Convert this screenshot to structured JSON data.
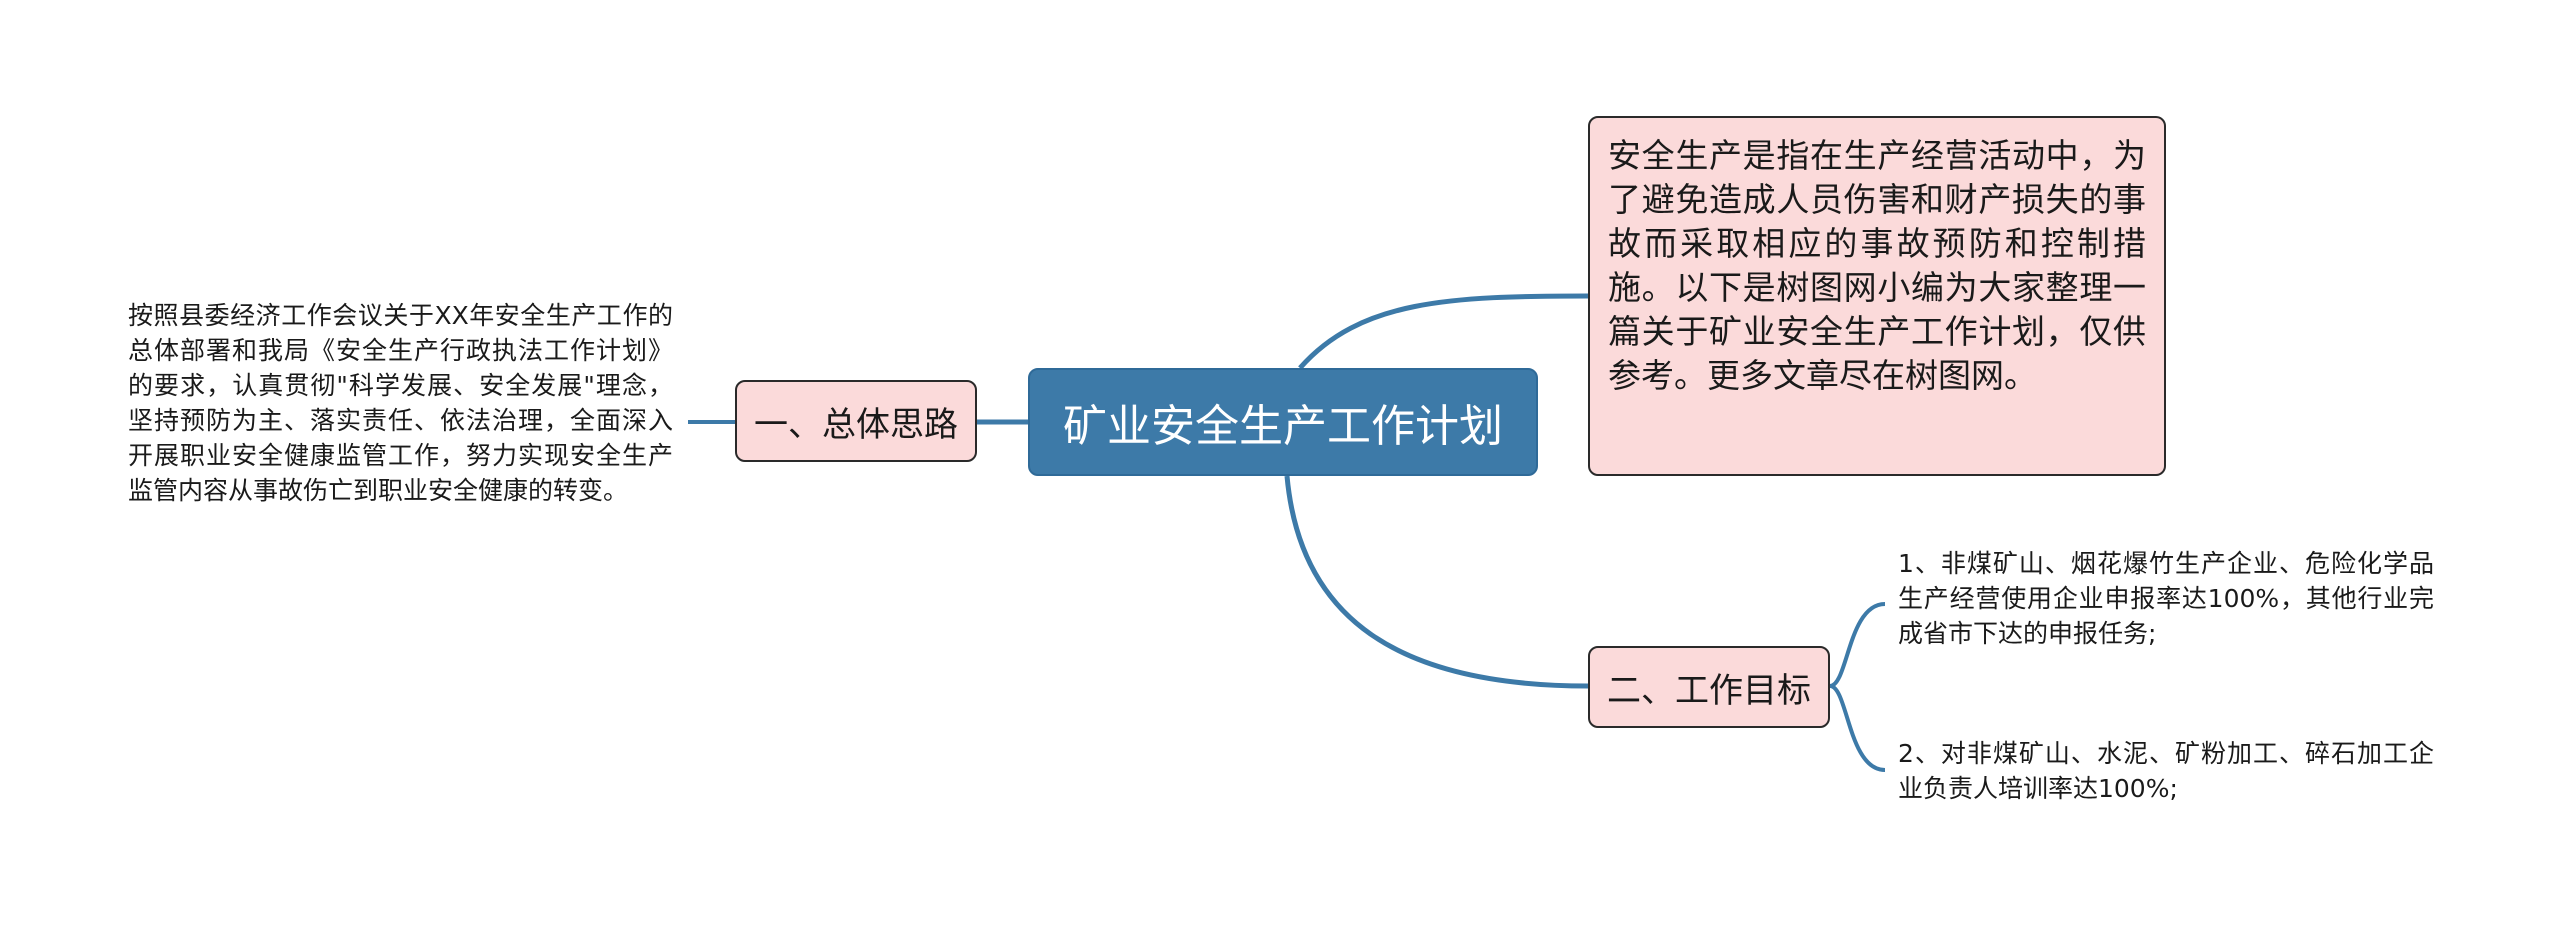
{
  "diagram": {
    "root": {
      "label": "矿业安全生产工作计划"
    },
    "description": "安全生产是指在生产经营活动中，为了避免造成人员伤害和财产损失的事故而采取相应的事故预防和控制措施。以下是树图网小编为大家整理一篇关于矿业安全生产工作计划，仅供参考。更多文章尽在树图网。",
    "branches": [
      {
        "label": "一、总体思路",
        "children": [
          "按照县委经济工作会议关于XX年安全生产工作的总体部署和我局《安全生产行政执法工作计划》的要求，认真贯彻\"科学发展、安全发展\"理念，坚持预防为主、落实责任、依法治理，全面深入开展职业安全健康监管工作，努力实现安全生产监管内容从事故伤亡到职业安全健康的转变。"
        ]
      },
      {
        "label": "二、工作目标",
        "children": [
          "1、非煤矿山、烟花爆竹生产企业、危险化学品生产经营使用企业申报率达100%，其他行业完成省市下达的申报任务;",
          "2、对非煤矿山、水泥、矿粉加工、碎石加工企业负责人培训率达100%;"
        ]
      }
    ],
    "colors": {
      "root_fill": "#3d7aa8",
      "topic_fill": "#fbdada",
      "link": "#3d7aa8",
      "border": "#2a2a2a"
    }
  }
}
